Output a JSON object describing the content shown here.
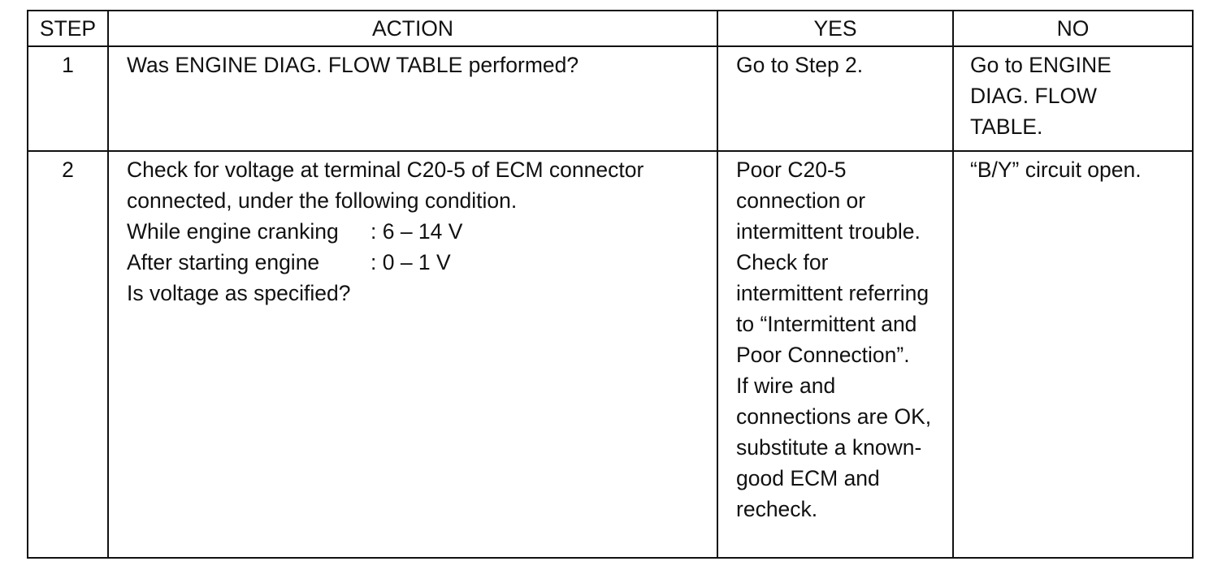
{
  "headers": {
    "step": "STEP",
    "action": "ACTION",
    "yes": "YES",
    "no": "NO"
  },
  "rows": [
    {
      "step": "1",
      "action": [
        "Was ENGINE DIAG. FLOW TABLE performed?"
      ],
      "yes": [
        "Go to Step 2."
      ],
      "no": [
        "Go to ENGINE",
        "DIAG. FLOW",
        "TABLE."
      ]
    },
    {
      "step": "2",
      "action": [
        "Check for voltage at terminal C20-5 of ECM connector",
        "connected, under the following condition."
      ],
      "conditions": [
        {
          "label": "While engine cranking",
          "value": ":  6 – 14 V"
        },
        {
          "label": "After starting engine",
          "value": ":  0 – 1 V"
        }
      ],
      "question": "Is voltage as specified?",
      "yes": [
        "Poor C20-5",
        "connection or",
        "intermittent trouble.",
        "Check for",
        "intermittent referring",
        "to “Intermittent and",
        "Poor Connection”.",
        "If wire and",
        "connections are OK,",
        "substitute a known-",
        "good ECM and",
        "recheck."
      ],
      "no": [
        "“B/Y” circuit open."
      ]
    }
  ]
}
